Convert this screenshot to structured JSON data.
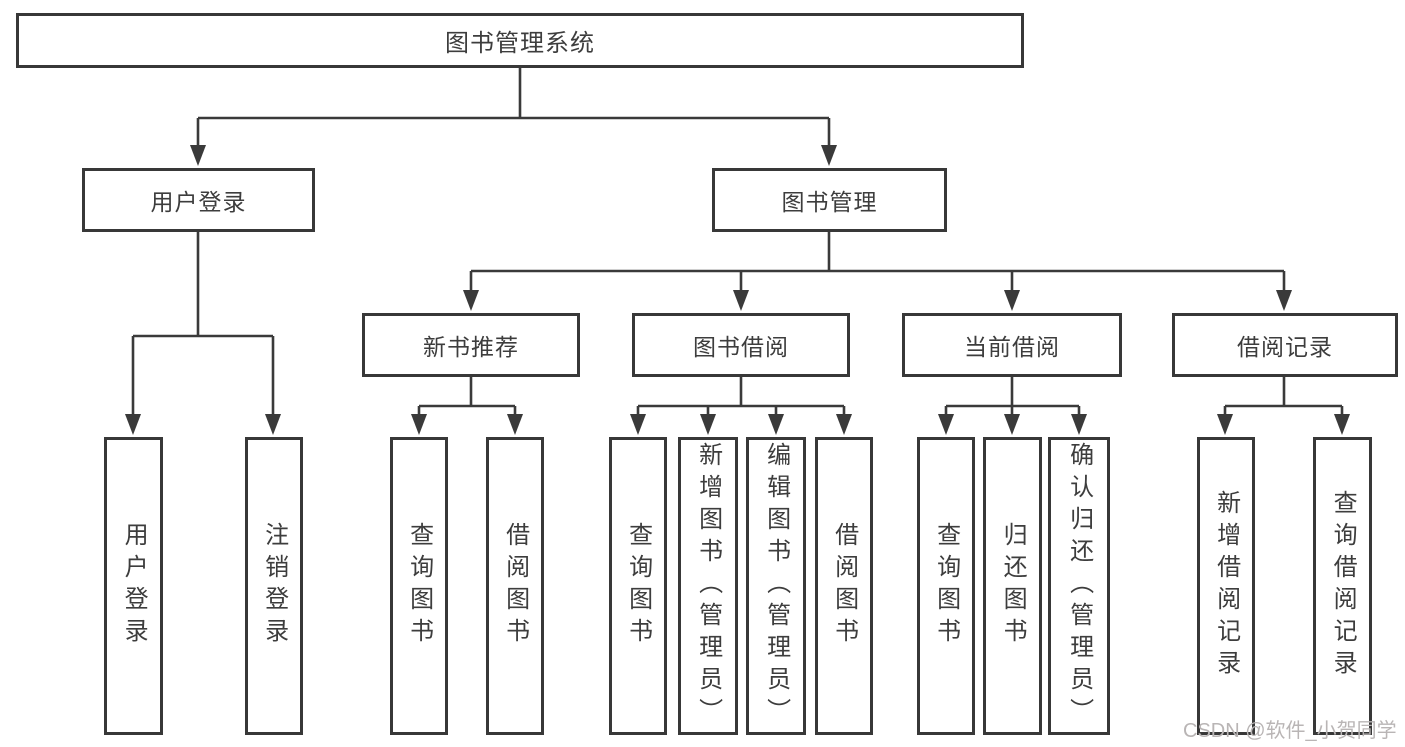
{
  "diagram": {
    "type": "hierarchy-diagram",
    "tree": {
      "root": {
        "label": "图书管理系统",
        "children": [
          {
            "label": "用户登录",
            "children": [
              {
                "label": "用户登录"
              },
              {
                "label": "注销登录"
              }
            ]
          },
          {
            "label": "图书管理",
            "children": [
              {
                "label": "新书推荐",
                "children": [
                  {
                    "label": "查询图书"
                  },
                  {
                    "label": "借阅图书"
                  }
                ]
              },
              {
                "label": "图书借阅",
                "children": [
                  {
                    "label": "查询图书"
                  },
                  {
                    "label": "新增图书（管理员）"
                  },
                  {
                    "label": "编辑图书（管理员）"
                  },
                  {
                    "label": "借阅图书"
                  }
                ]
              },
              {
                "label": "当前借阅",
                "children": [
                  {
                    "label": "查询图书"
                  },
                  {
                    "label": "归还图书"
                  },
                  {
                    "label": "确认归还（管理员）"
                  }
                ]
              },
              {
                "label": "借阅记录",
                "children": [
                  {
                    "label": "新增借阅记录"
                  },
                  {
                    "label": "查询借阅记录"
                  }
                ]
              }
            ]
          }
        ]
      }
    },
    "colors": {
      "line": "#3a3a3a",
      "border": "#383838",
      "text": "#3d3d3d",
      "background": "#ffffff",
      "watermark_text_color": "#b9b5b5"
    }
  },
  "watermark": "CSDN @软件_小贺同学"
}
